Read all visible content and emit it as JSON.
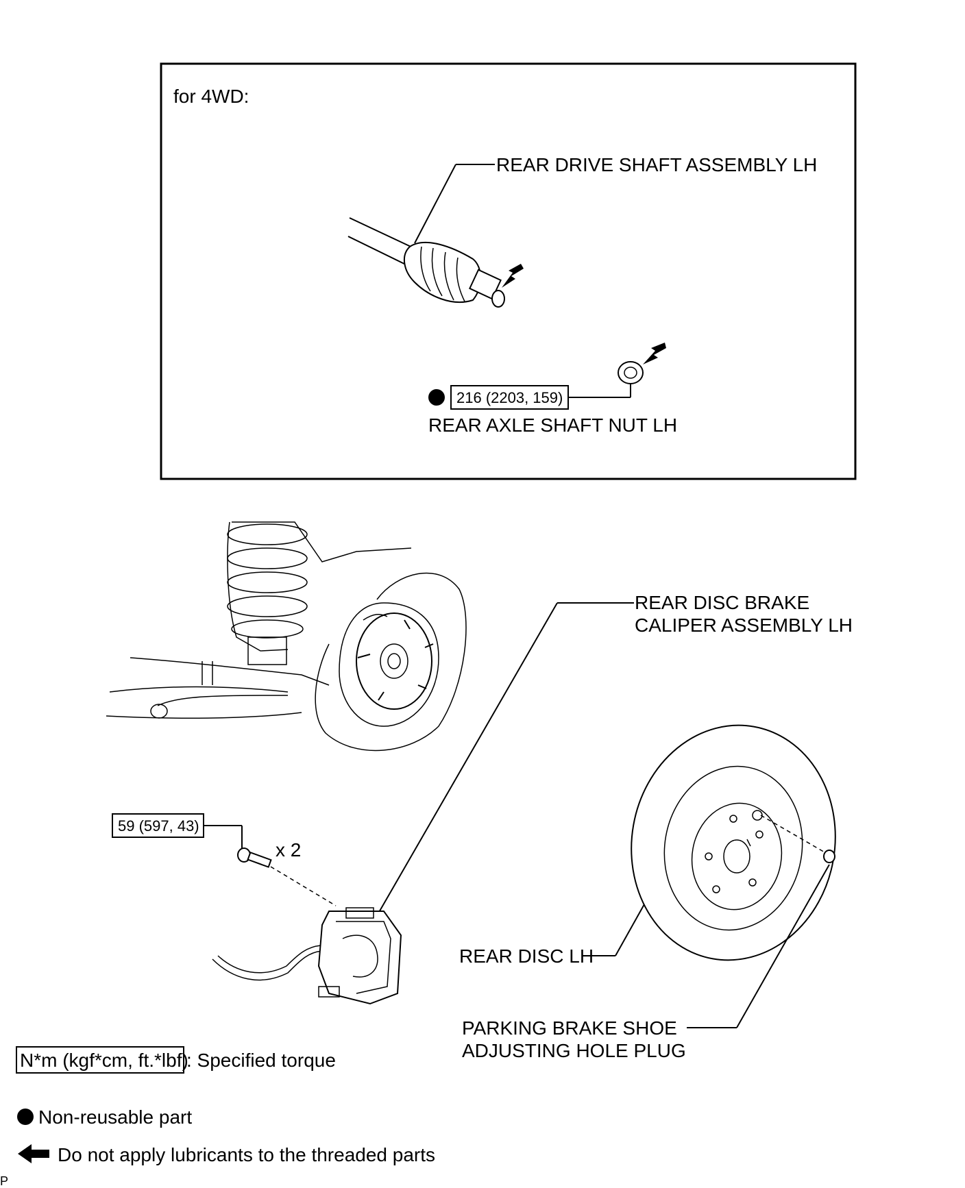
{
  "inset": {
    "heading": "for 4WD:",
    "drive_shaft_label": "REAR DRIVE SHAFT ASSEMBLY LH",
    "axle_nut_torque": "216 (2203, 159)",
    "axle_nut_label": "REAR AXLE SHAFT NUT LH"
  },
  "main": {
    "caliper_label_line1": "REAR DISC BRAKE",
    "caliper_label_line2": "CALIPER ASSEMBLY LH",
    "bolt_torque": "59 (597, 43)",
    "bolt_quantity": "x 2",
    "disc_label": "REAR DISC LH",
    "plug_label_line1": "PARKING BRAKE SHOE",
    "plug_label_line2": "ADJUSTING HOLE PLUG"
  },
  "legend": {
    "torque_unit_box": "N*m (kgf*cm, ft.*lbf)",
    "torque_desc": ": Specified torque",
    "non_reusable": "Non-reusable part",
    "no_lubricant": "Do not apply lubricants to the threaded parts"
  },
  "footer": {
    "code": "P"
  }
}
